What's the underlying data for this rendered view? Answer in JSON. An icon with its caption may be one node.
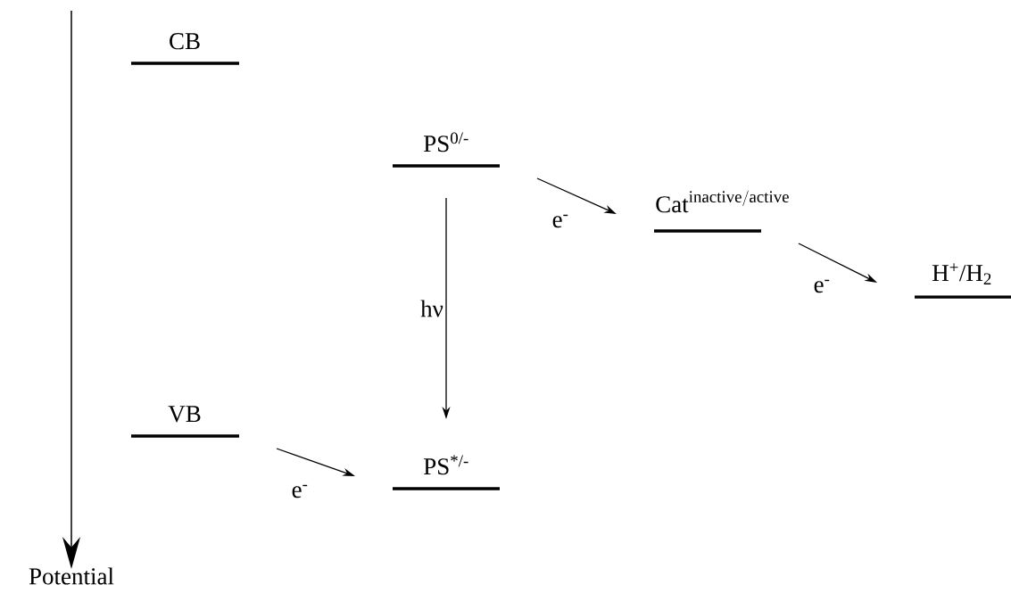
{
  "diagram": {
    "nodes": [
      {
        "text": [
          "CB"
        ]
      },
      {
        "text": [
          "PS$^{0/-}$"
        ]
      },
      {
        "text": [
          "\\mathrm{Cat}^{\\mathrm{inactive/active}}"
        ]
      },
      {
        "text": [
          "H$^{+}$/H$_{2}$"
        ]
      },
      {
        "text": [
          "VB"
        ]
      },
      {
        "text": [
          "PS$^{*/-}$"
        ]
      }
    ],
    "edges": [
      {
        "from": 1,
        "to": 5,
        "arrow": "to",
        "label": "hν"
      },
      {
        "from": 1,
        "to": 2,
        "arrow": "to",
        "label": "e$^{-}$"
      },
      {
        "from": 2,
        "to": 3,
        "arrow": "to",
        "label": "e$^{-}$"
      },
      {
        "from": 4,
        "to": 5,
        "arrow": "to",
        "label": "e$^{-}$"
      }
    ],
    "labels": [
      "Potential"
    ]
  }
}
